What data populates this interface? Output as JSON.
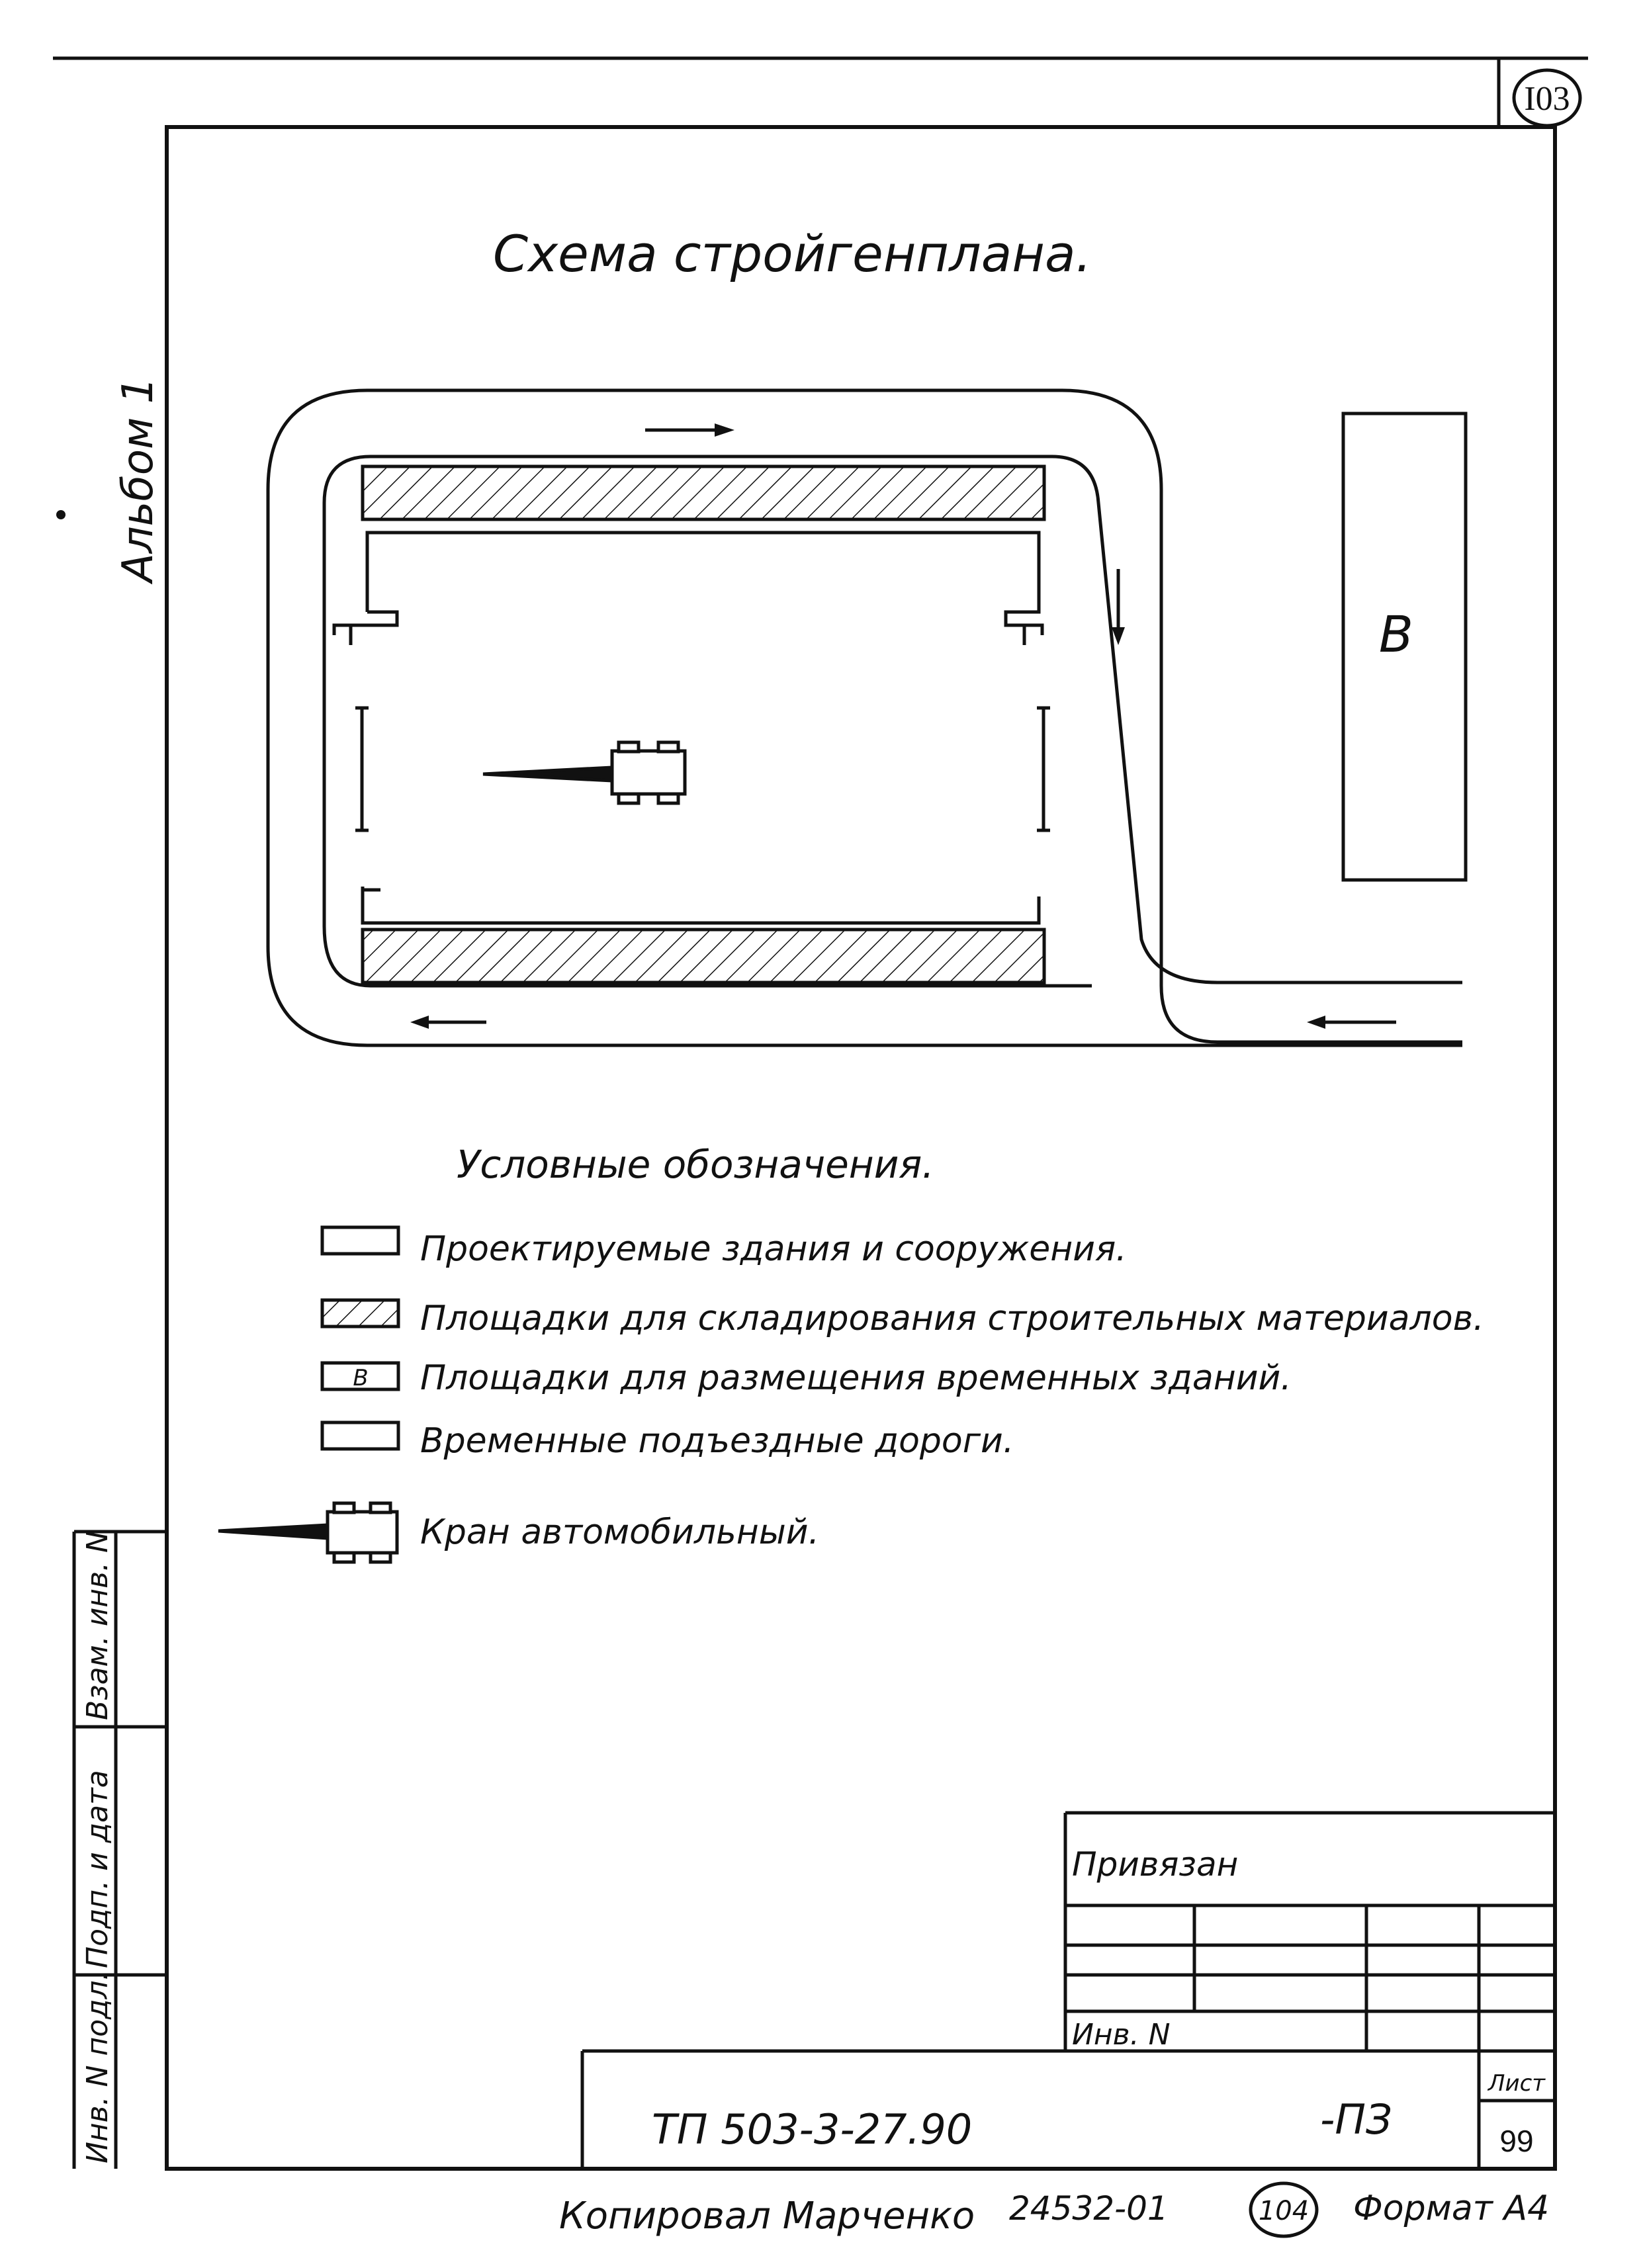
{
  "page_number": "I03",
  "title": "Схема стройгенплана.",
  "side_label": "Альбом 1",
  "building_label": "В",
  "legend": {
    "heading": "Условные обозначения.",
    "items": [
      {
        "text": "Проектируемые здания и сооружения.",
        "symbol": "empty-box"
      },
      {
        "text": "Площадки для складирования строительных материалов.",
        "symbol": "hatched-box"
      },
      {
        "text": "Площадки для размещения временных зданий.",
        "symbol": "box-with-letter",
        "symbol_label": "В"
      },
      {
        "text": "Временные подъездные дороги.",
        "symbol": "empty-box"
      },
      {
        "text": "Кран автомобильный.",
        "symbol": "crane"
      }
    ]
  },
  "left_stamp": [
    "Инв. N подл.",
    "Подп. и дата",
    "Взам. инв. N"
  ],
  "title_block": {
    "privyazan": "Привязан",
    "inv_no": "Инв. N",
    "document_code": "ТП 503-3-27.90",
    "section": "-ПЗ",
    "sheet_label": "Лист",
    "sheet_number": "99"
  },
  "footer": {
    "copied_by": "Копировал Марченко",
    "order_no": "24532-01",
    "circled_number": "104",
    "format": "Формат А4"
  }
}
